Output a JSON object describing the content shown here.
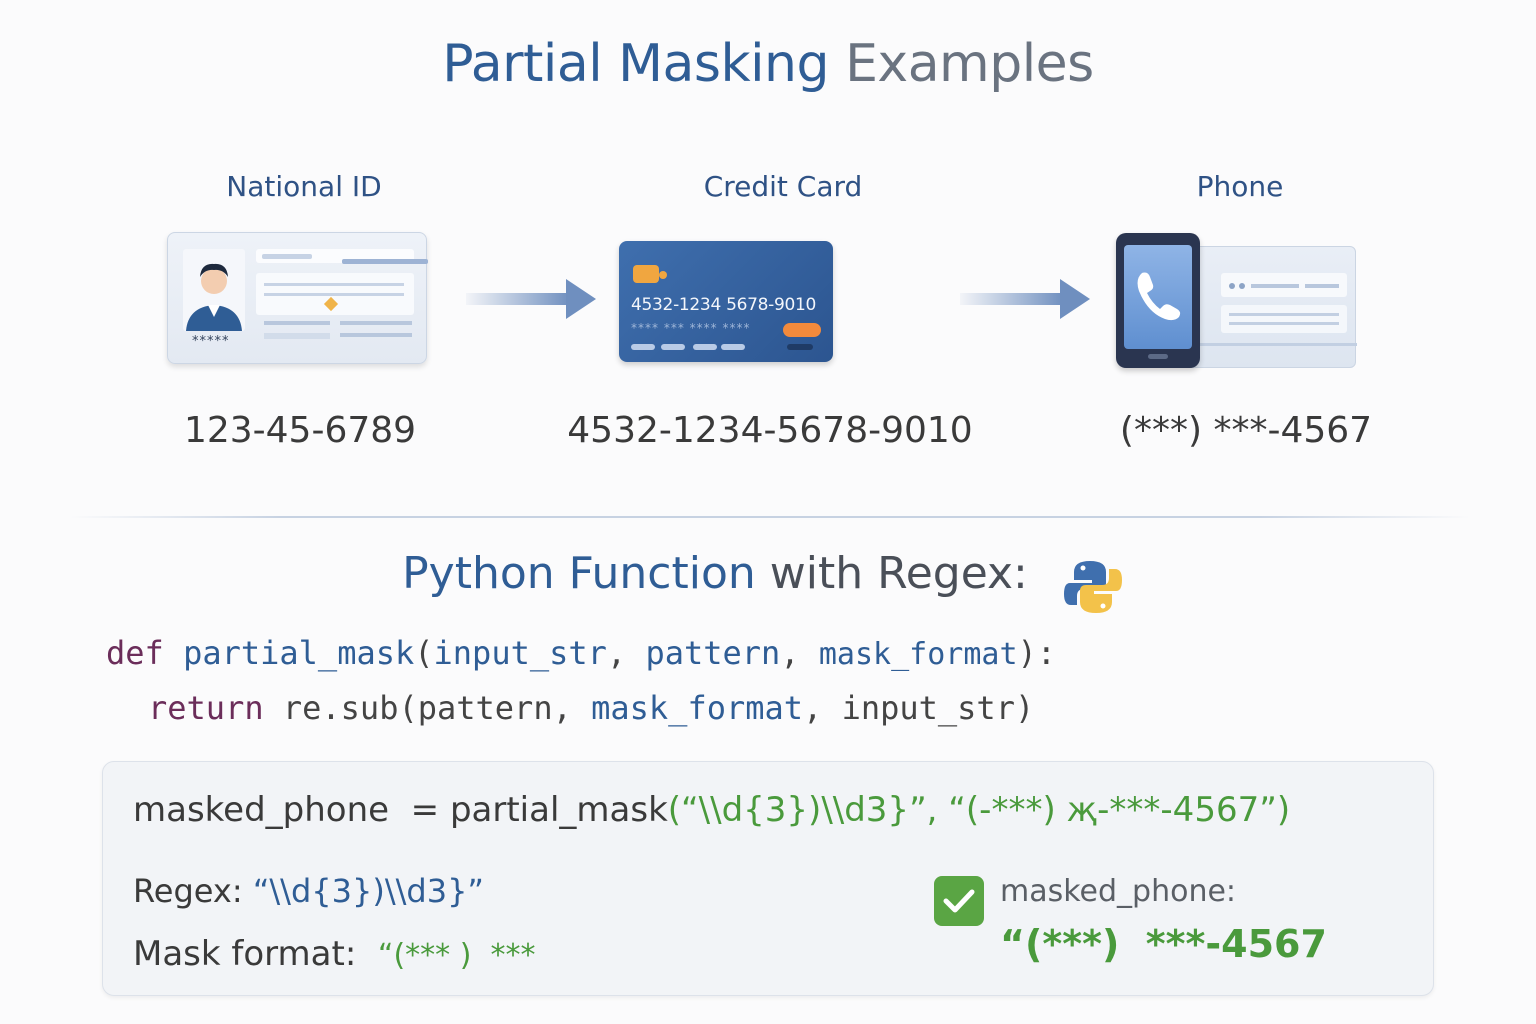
{
  "title": {
    "part1": "Partial Masking",
    "part2": "Examples"
  },
  "examples": [
    {
      "label": "National ID",
      "value": "123-45-6789",
      "card_text": "*****"
    },
    {
      "label": "Credit Card",
      "value": "4532-1234-5678-9010",
      "card_number": "4532-1234 5678-9010",
      "card_stars": "**** *** **** ****"
    },
    {
      "label": "Phone",
      "value": "(***) ***-4567"
    }
  ],
  "section": {
    "part1": "Python Function",
    "part2": "with Regex:"
  },
  "code": {
    "line1": {
      "kw": "def",
      "fn": "partial_mask",
      "open": "(",
      "arg1": "input_str",
      "sep1": ", ",
      "arg2": "pattern",
      "sep2": ", ",
      "arg3": "mask_format",
      "close": "):"
    },
    "line2": {
      "kw": "return",
      "rest1": " re.sub(pattern, ",
      "arg": "mask_format",
      "rest2": ", input_str)"
    }
  },
  "example_panel": {
    "call_lhs": "masked_phone  = partial_mask",
    "call_args": "(“\\\\d{3})\\\\d3}”, “(-***) җ-***-4567”)",
    "regex_label": "Regex:",
    "regex_value": "“\\\\d{3})\\\\d3}”",
    "mask_label": "Mask format:",
    "mask_value": "“(*** )  ***",
    "result_label": "masked_phone:",
    "result_value": "“(***)  ***-4567"
  },
  "colors": {
    "accent": "#2f5d95",
    "success": "#5aa544",
    "code_string": "#4a9a3c"
  },
  "icons": [
    "person-icon",
    "chip-icon",
    "phone-handset-icon",
    "python-logo-icon",
    "check-icon",
    "arrow-right-icon"
  ]
}
